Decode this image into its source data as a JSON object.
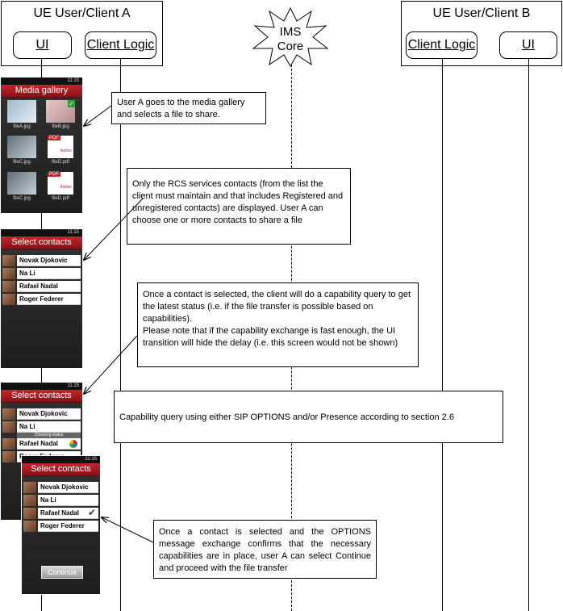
{
  "lanes": {
    "ue_a": {
      "title": "UE User/Client A",
      "ui": "UI",
      "logic": "Client Logic"
    },
    "ims": {
      "line1": "IMS",
      "line2": "Core"
    },
    "ue_b": {
      "title": "UE User/Client B",
      "logic": "Client Logic",
      "ui": "UI"
    }
  },
  "notes": {
    "media": "User A goes to the media gallery and selects a file to share.",
    "contacts": "Only the RCS services contacts (from the list the client must maintain and that includes Registered and unregistered contacts) are displayed. User A can choose one or more contacts to share a file",
    "capability": "Once a contact is selected, the client will do a capability query to get the latest status (i.e. if the file transfer is possible based on capabilities).\nPlease note that if the capability exchange is fast enough, the UI transition will hide the delay (i.e. this screen would not be shown)",
    "query": "Capability query using either SIP OPTIONS and/or Presence according to section 2.6",
    "continue": "Once a contact is selected and the OPTIONS message exchange confirms that the necessary capabilities are in place, user A can select Continue and proceed with the file transfer"
  },
  "screens": {
    "time": "11:15",
    "gallery": {
      "title": "Media gallery",
      "files": [
        "fileA.jpg",
        "fileB.jpg",
        "fileC.jpg",
        "fileD.pdf",
        "fileC.jpg",
        "fileD.pdf"
      ],
      "pdf_label": "PDF",
      "adobe_label": "Adobe"
    },
    "select": {
      "title": "Select contacts",
      "contacts": [
        "Novak Djokovic",
        "Na Li",
        "Rafael Nadal",
        "Roger Federer"
      ],
      "checking": "Checking status",
      "continue": "Continue"
    }
  }
}
